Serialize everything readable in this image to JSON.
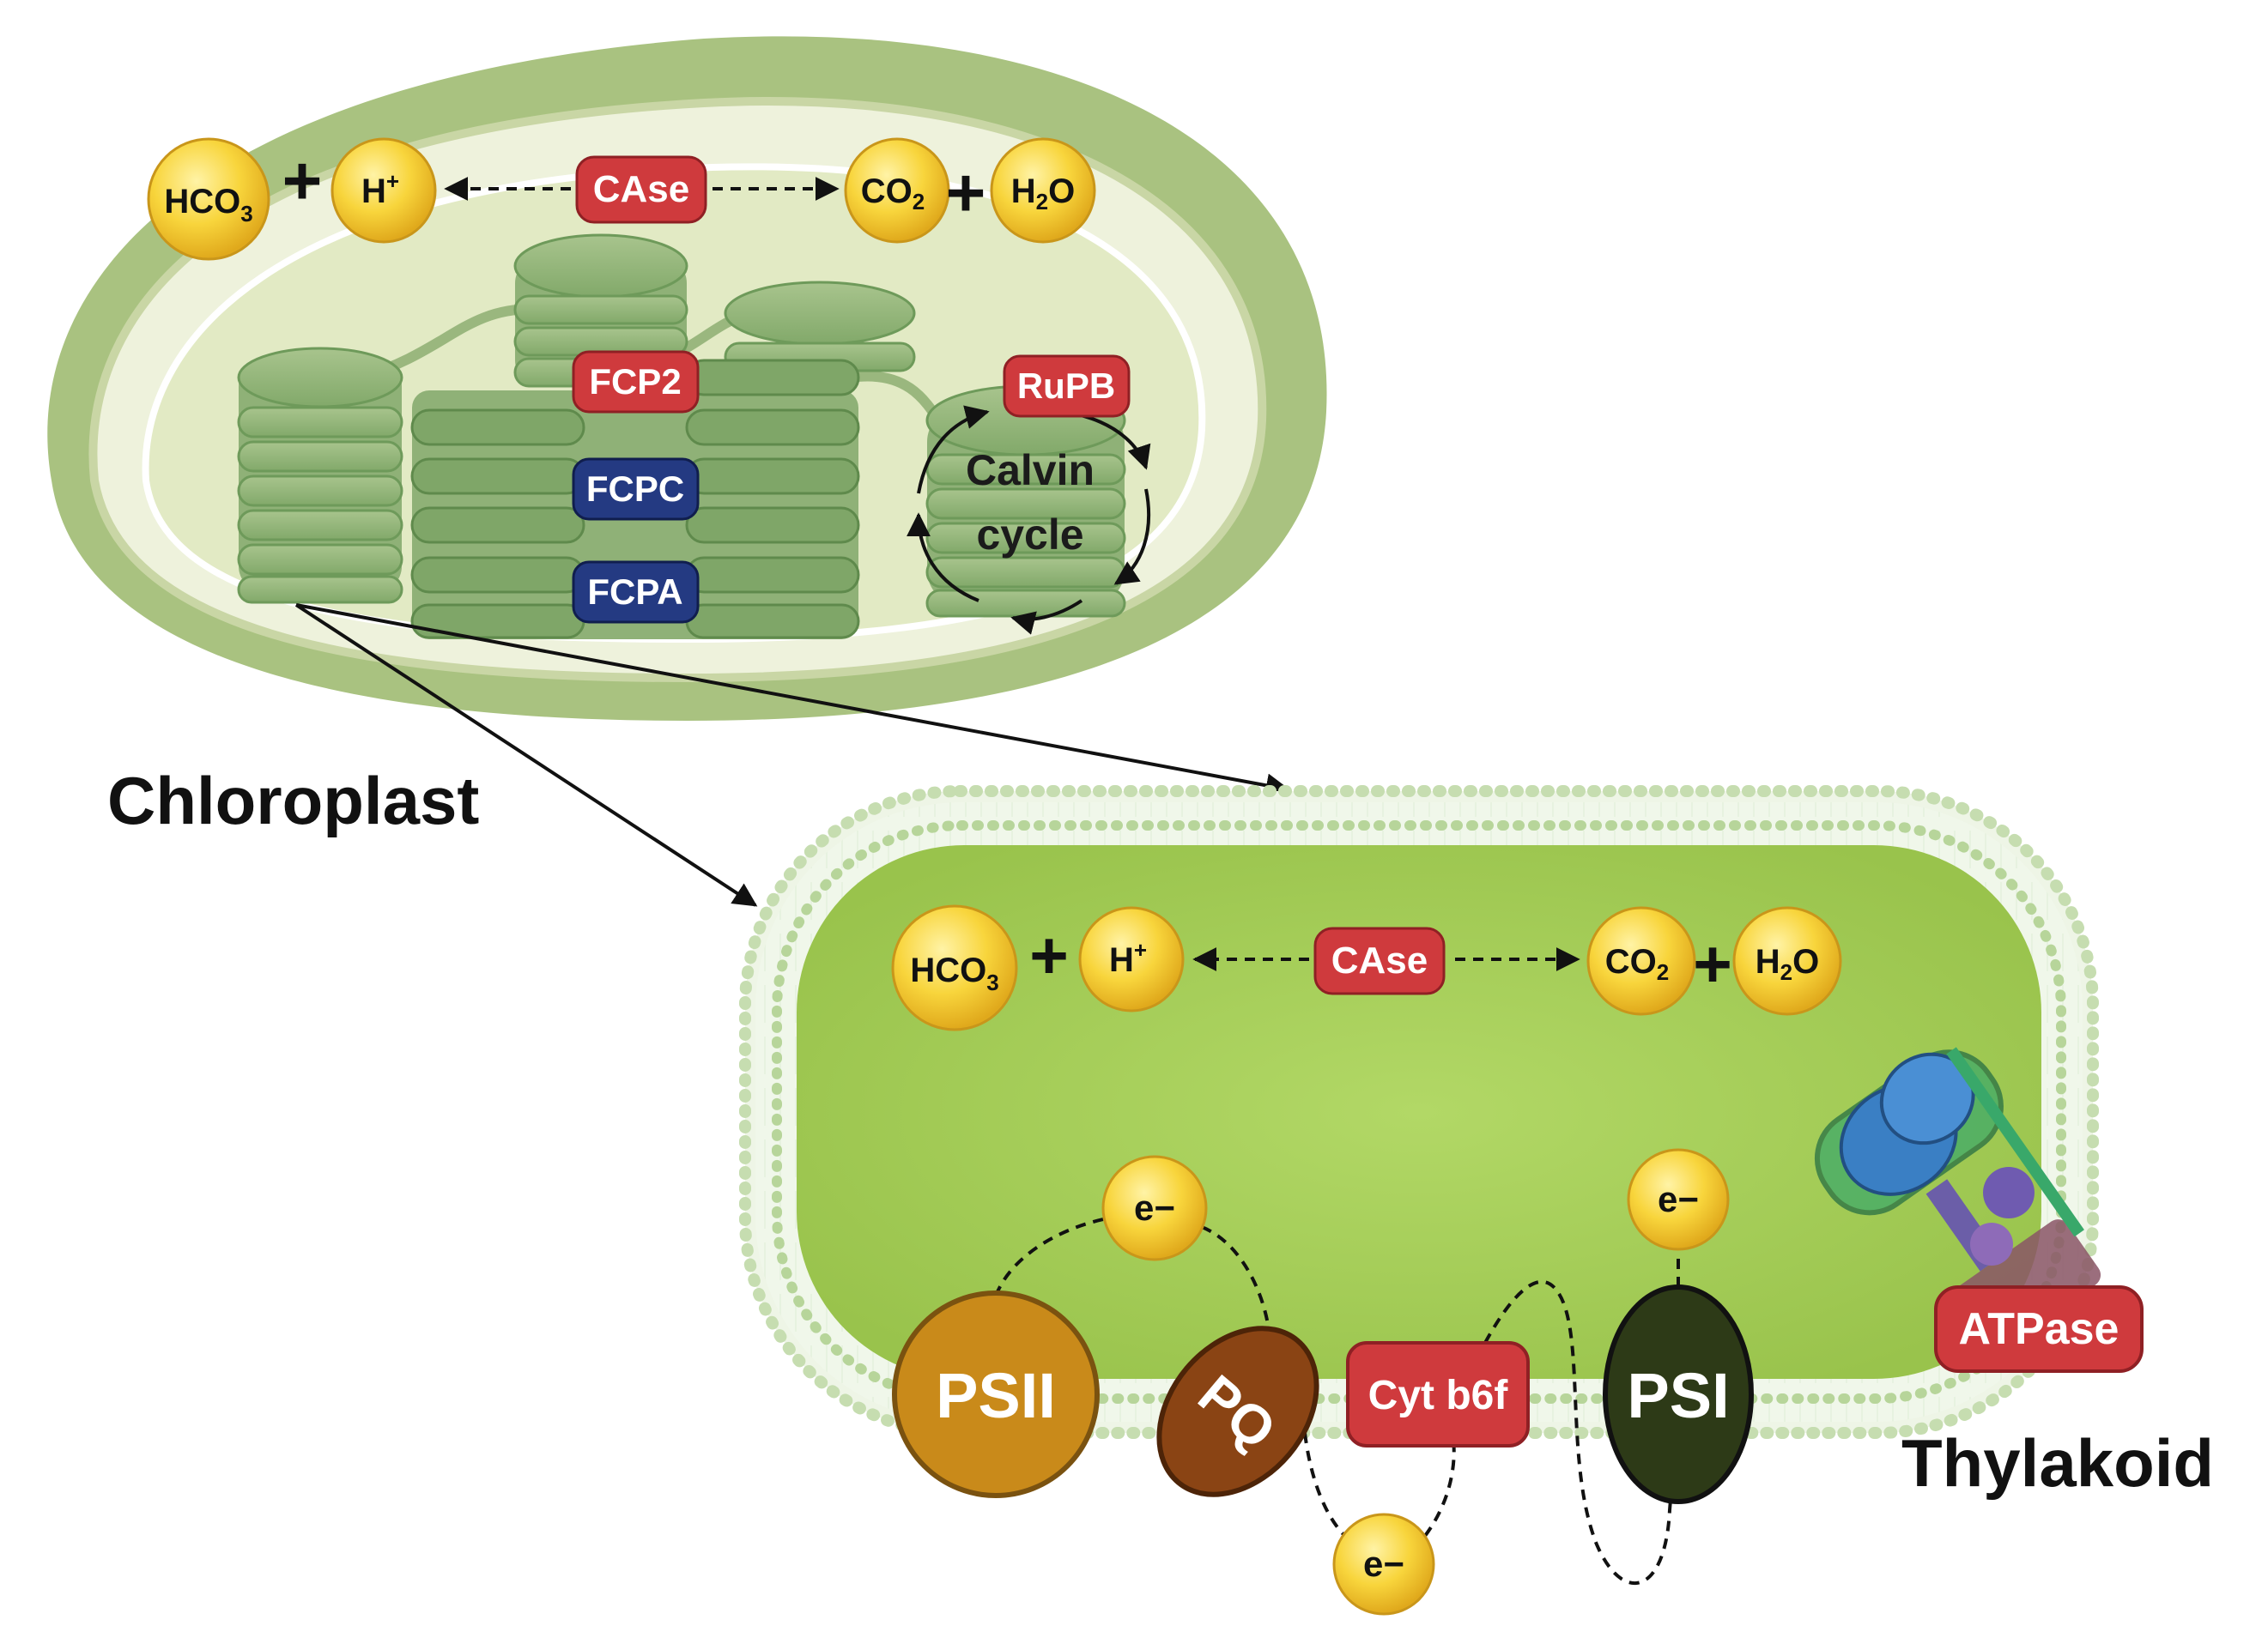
{
  "titles": {
    "chloroplast": "Chloroplast",
    "thylakoid": "Thylakoid"
  },
  "chloroplast": {
    "reaction": {
      "hco3": "HCO",
      "hco3_sub": "3",
      "plus_1": "+",
      "h_plus": "H",
      "h_plus_sup": "+",
      "enzyme": "CAse",
      "co2": "CO",
      "co2_sub": "2",
      "plus_2": "+",
      "h2o_h": "H",
      "h2o_sub": "2",
      "h2o_o": "O"
    },
    "proteins": {
      "fcp2": "FCP2",
      "fcpc": "FCPC",
      "fcpa": "FCPA",
      "rupb": "RuPB"
    },
    "calvin_cycle": [
      "Calvin",
      "cycle"
    ]
  },
  "thylakoid": {
    "reaction": {
      "hco3": "HCO",
      "hco3_sub": "3",
      "plus_1": "+",
      "h_plus": "H",
      "h_plus_sup": "+",
      "enzyme": "CAse",
      "co2": "CO",
      "co2_sub": "2",
      "plus_2": "+",
      "h2o_h": "H",
      "h2o_sub": "2",
      "h2o_o": "O"
    },
    "complexes": {
      "psii": "PSII",
      "pq": "PQ",
      "cyt_b6f": "Cyt b6f",
      "psi": "PSI",
      "atpase": "ATPase"
    },
    "electrons": [
      "e−",
      "e−",
      "e−"
    ]
  },
  "colors": {
    "chloroplast_outer": "#a9c280",
    "chloroplast_inner": "#cfdcaf",
    "stroma": "#e6eccb",
    "grana": "#9ab77e",
    "grana_dark": "#6e9a5a",
    "molecule": "#f8d53c",
    "enzyme_red": "#cf3a3d",
    "protein_navy": "#243a82",
    "thylakoid_lumen": "#a8d159",
    "membrane": "#c6ddb0",
    "psii": "#c98a1a",
    "pq": "#8a4414",
    "psi": "#2d3a17"
  },
  "icons": [
    "arrow-left-icon",
    "arrow-right-icon",
    "cycle-arrow-icon",
    "atp-synthase-icon"
  ]
}
